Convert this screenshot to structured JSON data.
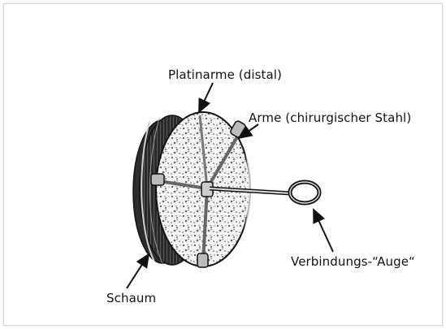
{
  "labels": {
    "platinarme": "Platinarme (distal)",
    "arme": "Arme (chirurgischer Stahl)",
    "auge": "Verbindungs-“Auge“",
    "schaum": "Schaum"
  }
}
